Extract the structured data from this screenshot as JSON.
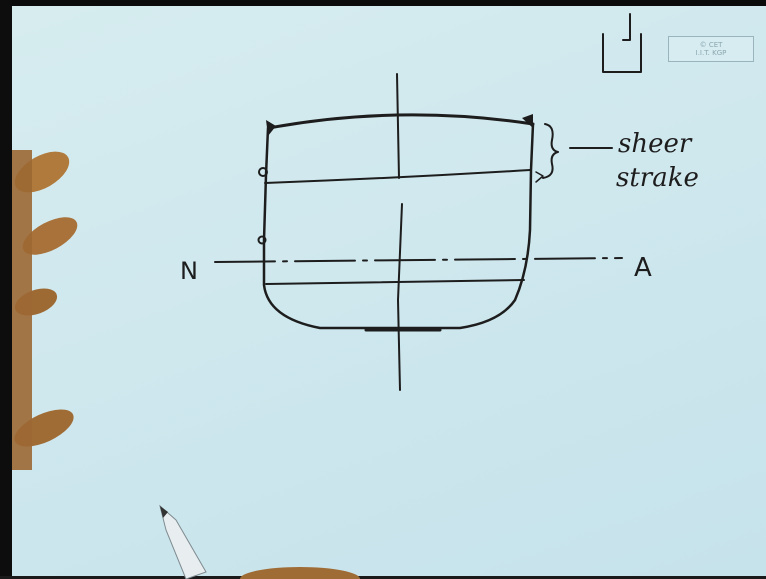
{
  "diagram": {
    "label_left": "N",
    "label_right": "A",
    "annotation_line1": "sheer",
    "annotation_line2": "strake"
  },
  "logo": {
    "line1": "© CET",
    "line2": "I.I.T. KGP"
  },
  "colors": {
    "paper": "#cfe8ee",
    "ink": "#1d1d1d",
    "skin": "#b07a3c"
  }
}
